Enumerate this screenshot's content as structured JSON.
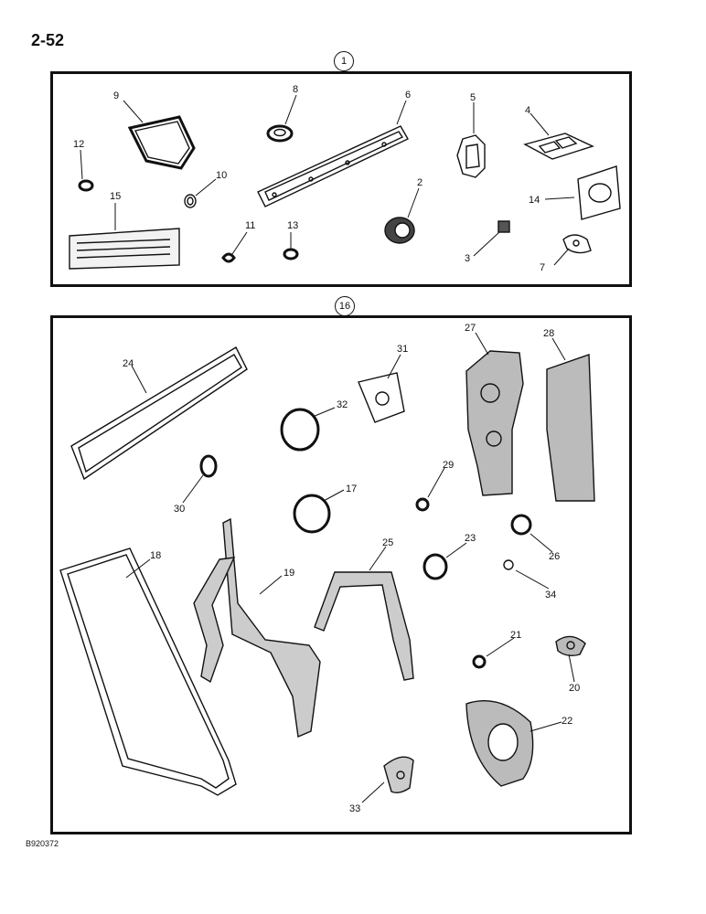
{
  "page_number": "2-52",
  "document_code": "B920372",
  "panels": [
    {
      "callout": "1",
      "parts": [
        "9",
        "8",
        "6",
        "5",
        "4",
        "12",
        "10",
        "15",
        "11",
        "13",
        "2",
        "14",
        "3",
        "7"
      ]
    },
    {
      "callout": "16",
      "parts": [
        "24",
        "31",
        "27",
        "28",
        "32",
        "30",
        "17",
        "29",
        "18",
        "19",
        "25",
        "23",
        "26",
        "34",
        "21",
        "20",
        "22",
        "33"
      ]
    }
  ],
  "labels": {
    "p2": "2",
    "p3": "3",
    "p4": "4",
    "p5": "5",
    "p6": "6",
    "p7": "7",
    "p8": "8",
    "p9": "9",
    "p10": "10",
    "p11": "11",
    "p12": "12",
    "p13": "13",
    "p14": "14",
    "p15": "15",
    "p17": "17",
    "p18": "18",
    "p19": "19",
    "p20": "20",
    "p21": "21",
    "p22": "22",
    "p23": "23",
    "p24": "24",
    "p25": "25",
    "p26": "26",
    "p27": "27",
    "p28": "28",
    "p29": "29",
    "p30": "30",
    "p31": "31",
    "p32": "32",
    "p33": "33",
    "p34": "34"
  }
}
